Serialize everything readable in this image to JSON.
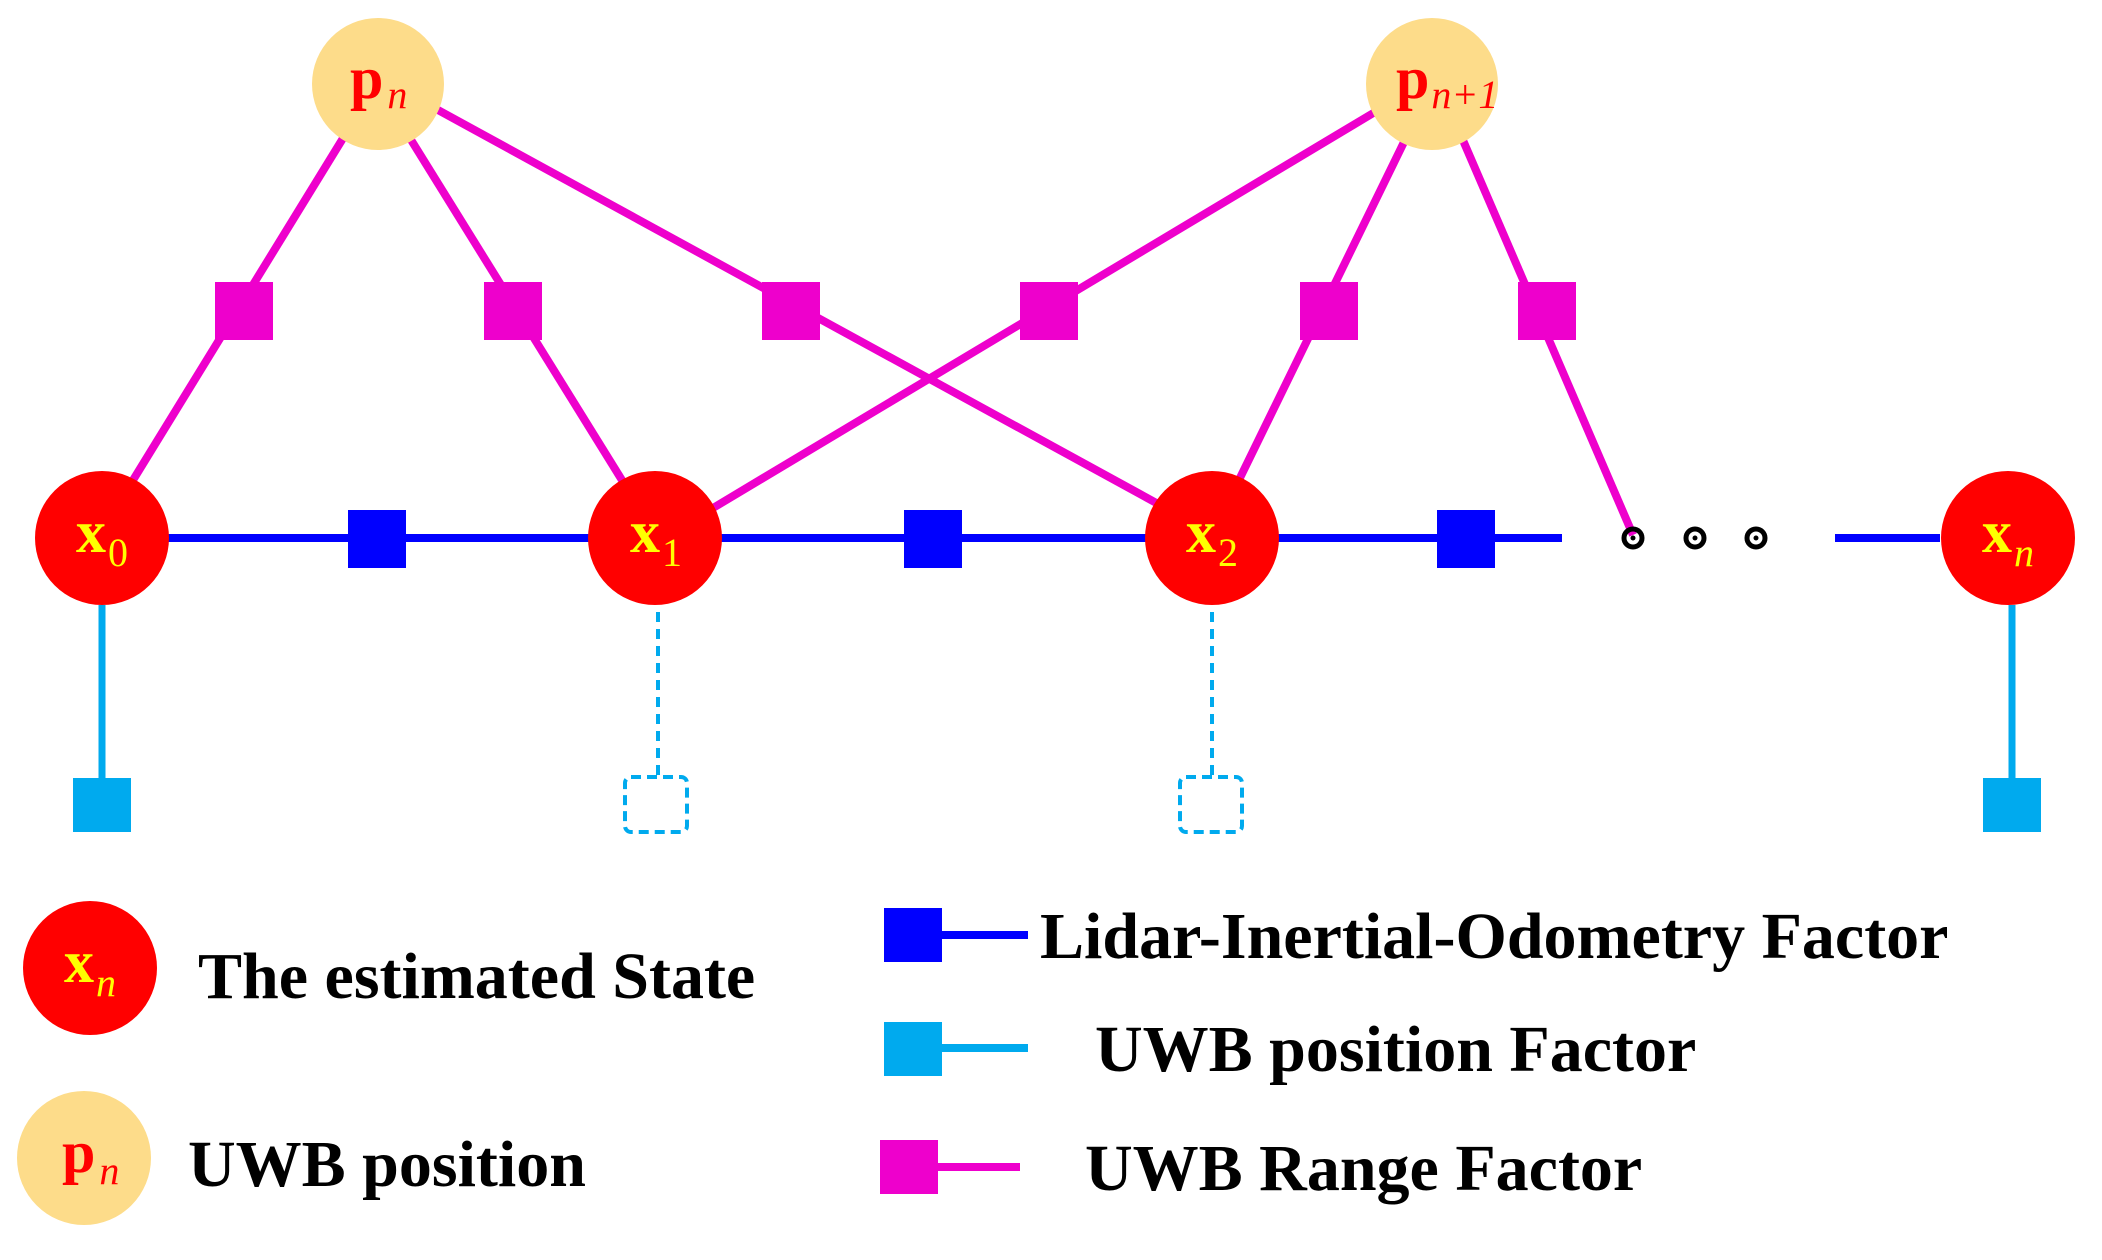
{
  "colors": {
    "state_node": "#ff0000",
    "state_text": "#ffff00",
    "uwb_node": "#fddc8a",
    "uwb_text": "#ff0000",
    "lio_factor": "#0000ff",
    "uwb_position_factor": "#00aaee",
    "uwb_range_factor": "#ee00cc",
    "ellipsis": "#000000"
  },
  "nodes": {
    "states": [
      {
        "letter": "x",
        "sub": "0",
        "italic": false
      },
      {
        "letter": "x",
        "sub": "1",
        "italic": false
      },
      {
        "letter": "x",
        "sub": "2",
        "italic": false
      },
      {
        "letter": "x",
        "sub": "n",
        "italic": true
      }
    ],
    "uwb": [
      {
        "letter": "p",
        "sub": "n",
        "italic": true
      },
      {
        "letter": "p",
        "sub": "n+1",
        "italic": true
      }
    ]
  },
  "legend": {
    "state": {
      "letter": "x",
      "sub": "n",
      "label": "The estimated State"
    },
    "uwb_position": {
      "letter": "p",
      "sub": "n",
      "label": "UWB position"
    },
    "lio_factor": {
      "label": "Lidar-Inertial-Odometry Factor"
    },
    "uwb_position_factor": {
      "label": "UWB position Factor"
    },
    "uwb_range_factor": {
      "label": "UWB Range Factor"
    }
  }
}
